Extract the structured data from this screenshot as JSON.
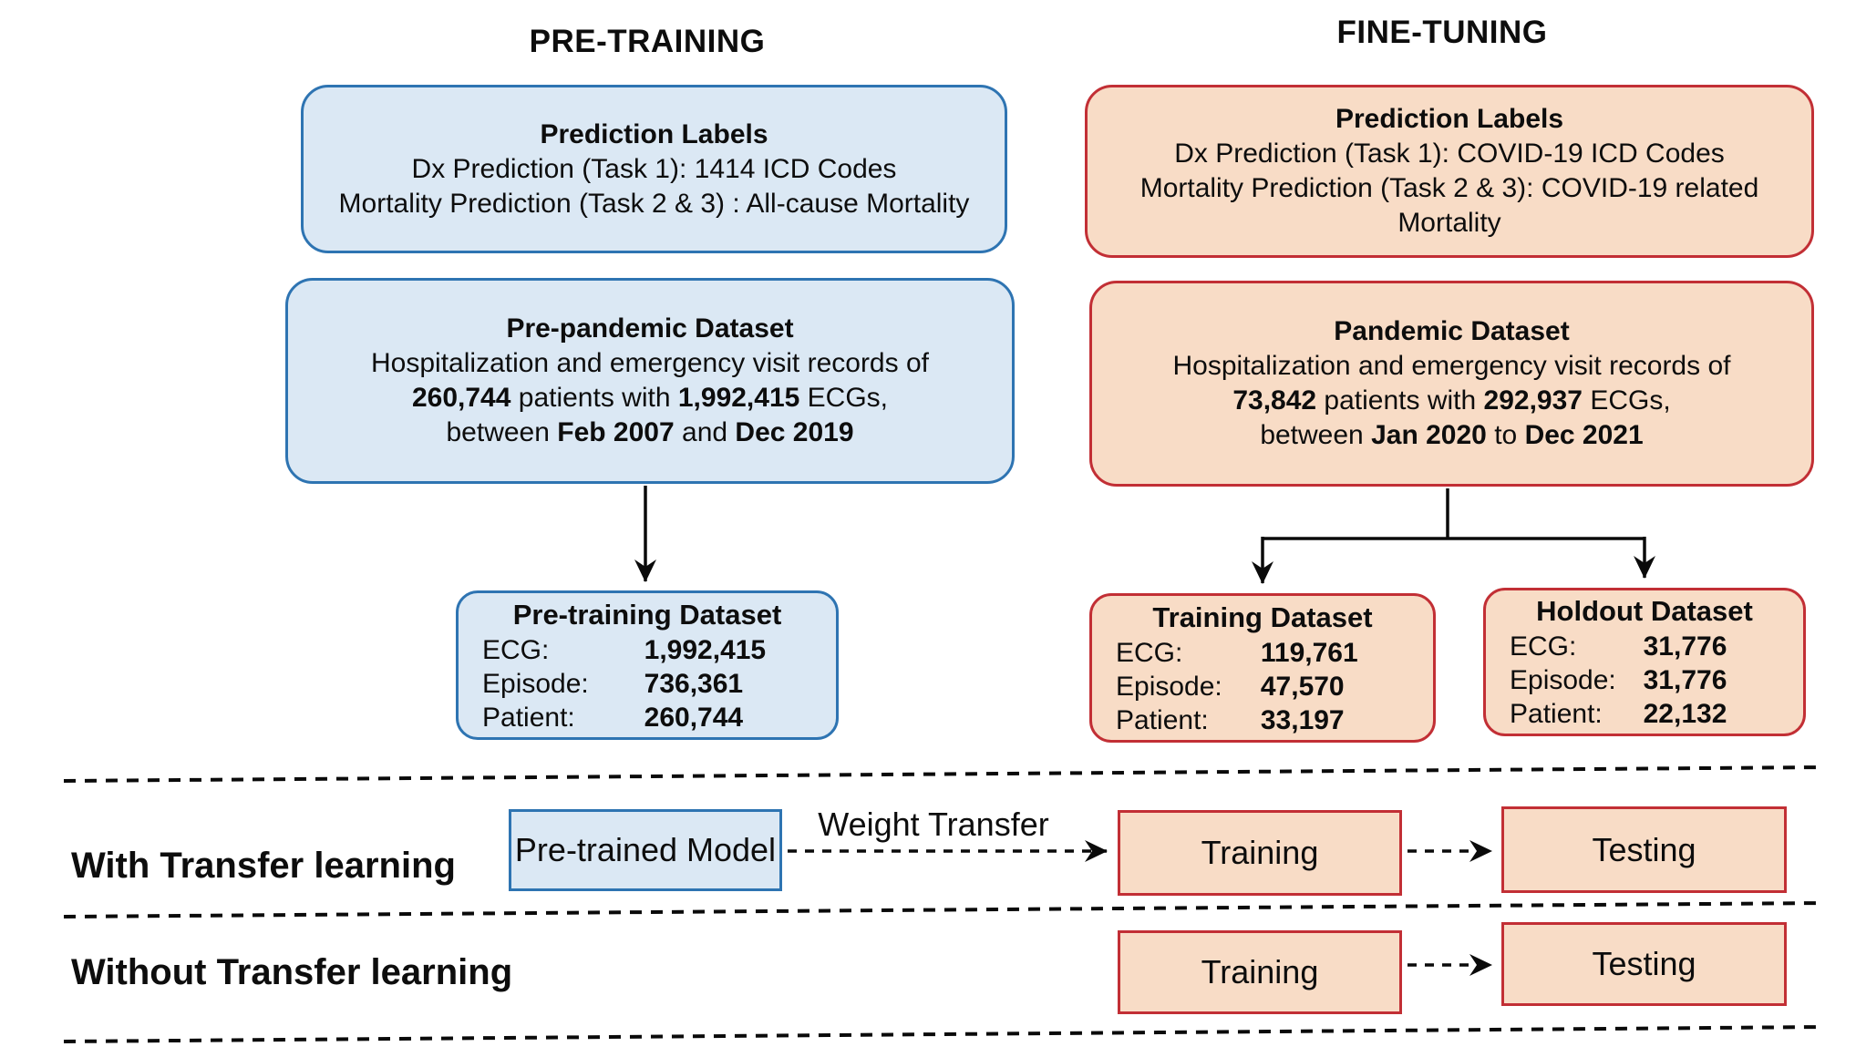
{
  "headers": {
    "left": "PRE-TRAINING",
    "right": "FINE-TUNING"
  },
  "colors": {
    "blue_fill": "#dbe8f4",
    "blue_border": "#2e74b2",
    "peach_fill": "#f8dcc6",
    "red_border": "#c22f35",
    "line": "#0a0a0a"
  },
  "pretraining": {
    "prediction_labels": {
      "title": "Prediction Labels",
      "lines": [
        [
          {
            "t": "Dx Prediction (Task 1): 1414 ICD Codes"
          }
        ],
        [
          {
            "t": "Mortality Prediction (Task 2 & 3) : All-cause Mortality"
          }
        ]
      ]
    },
    "dataset": {
      "title": "Pre-pandemic Dataset",
      "lines": [
        [
          {
            "t": "Hospitalization and emergency visit records of"
          }
        ],
        [
          {
            "t": "260,744",
            "b": true
          },
          {
            "t": " patients with "
          },
          {
            "t": "1,992,415",
            "b": true
          },
          {
            "t": " ECGs,"
          }
        ],
        [
          {
            "t": "between "
          },
          {
            "t": "Feb 2007",
            "b": true
          },
          {
            "t": " and "
          },
          {
            "t": "Dec 2019",
            "b": true
          }
        ]
      ]
    },
    "stats": {
      "title": "Pre-training Dataset",
      "rows": [
        {
          "label": "ECG:",
          "value": "1,992,415"
        },
        {
          "label": "Episode:",
          "value": "736,361"
        },
        {
          "label": "Patient:",
          "value": "260,744"
        }
      ]
    }
  },
  "finetuning": {
    "prediction_labels": {
      "title": "Prediction Labels",
      "lines": [
        [
          {
            "t": "Dx Prediction (Task 1): COVID-19 ICD Codes"
          }
        ],
        [
          {
            "t": "Mortality Prediction (Task 2 & 3): COVID-19 related"
          }
        ],
        [
          {
            "t": "Mortality"
          }
        ]
      ]
    },
    "dataset": {
      "title": "Pandemic Dataset",
      "lines": [
        [
          {
            "t": "Hospitalization and emergency visit records of"
          }
        ],
        [
          {
            "t": "73,842",
            "b": true
          },
          {
            "t": " patients with "
          },
          {
            "t": "292,937",
            "b": true
          },
          {
            "t": " ECGs,"
          }
        ],
        [
          {
            "t": "between "
          },
          {
            "t": "Jan 2020",
            "b": true
          },
          {
            "t": " to "
          },
          {
            "t": "Dec 2021",
            "b": true
          }
        ]
      ]
    },
    "training_stats": {
      "title": "Training Dataset",
      "rows": [
        {
          "label": "ECG:",
          "value": "119,761"
        },
        {
          "label": "Episode:",
          "value": "47,570"
        },
        {
          "label": "Patient:",
          "value": "33,197"
        }
      ]
    },
    "holdout_stats": {
      "title": "Holdout Dataset",
      "rows": [
        {
          "label": "ECG:",
          "value": "31,776"
        },
        {
          "label": "Episode:",
          "value": "31,776"
        },
        {
          "label": "Patient:",
          "value": "22,132"
        }
      ]
    }
  },
  "bottom": {
    "with_label": "With Transfer learning",
    "without_label": "Without Transfer learning",
    "pretrained_model": "Pre-trained Model",
    "weight_transfer": "Weight Transfer",
    "training": "Training",
    "testing": "Testing"
  }
}
